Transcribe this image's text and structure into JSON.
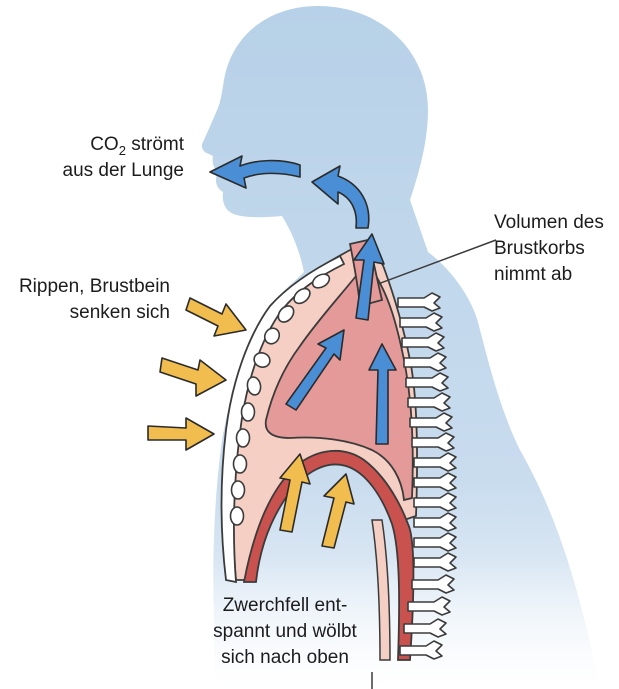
{
  "labels": {
    "co2": {
      "prefix": "CO",
      "subscript": "2",
      "suffix": " strömt",
      "line2": "aus der Lunge"
    },
    "ribs": {
      "line1": "Rippen, Brustbein",
      "line2": "senken sich"
    },
    "volume": {
      "line1": "Volumen des",
      "line2": "Brustkorbs",
      "line3": "nimmt ab"
    },
    "diaphragm": {
      "line1": "Zwerchfell ent-",
      "line2": "spannt und wölbt",
      "line3": "sich nach oben"
    }
  },
  "colors": {
    "body_silhouette": "#b7d1e8",
    "lung_fill": "#e49a98",
    "pleura_fill": "#f5cfc3",
    "diaphragm_muscle": "#c9524f",
    "air_arrow": "#4a8fd6",
    "force_arrow": "#f1bd4e",
    "outline": "#3b3b3b",
    "bone": "#ffffff"
  },
  "icons": {
    "air_flow": "arrow-blue-outflow-icon",
    "force": "arrow-yellow-push-icon"
  }
}
